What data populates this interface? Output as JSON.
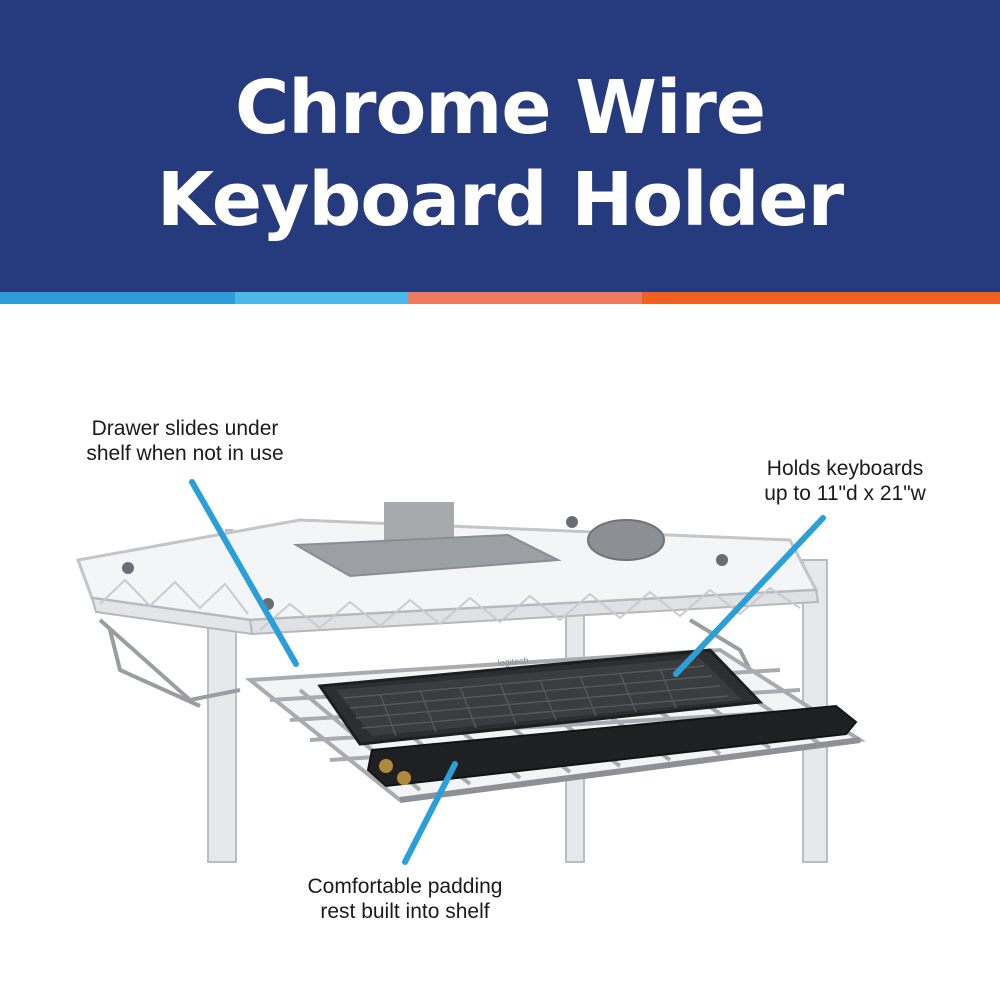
{
  "header": {
    "title_line1": "Chrome Wire",
    "title_line2": "Keyboard Holder",
    "background_color": "#263a7e",
    "text_color": "#ffffff"
  },
  "accent_stripe_colors": [
    "#2e9bd6",
    "#4cb8ea",
    "#ef7a5f",
    "#f2601f"
  ],
  "callouts": {
    "drawer": {
      "line1": "Drawer slides under",
      "line2": "shelf when not in use"
    },
    "capacity": {
      "line1": "Holds keyboards",
      "line2": "up to 11\"d x 21\"w"
    },
    "padding": {
      "line1": "Comfortable padding",
      "line2": "rest built into shelf"
    }
  },
  "leader_line_color": "#2a9fd8",
  "keyboard_brand": "logitech"
}
